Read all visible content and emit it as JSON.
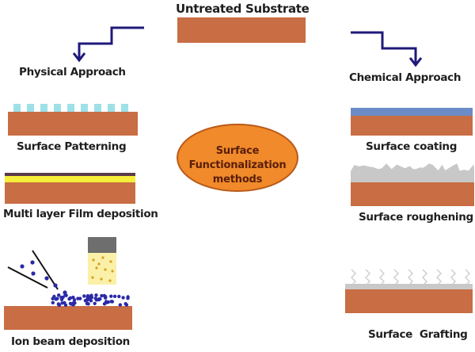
{
  "title": "Untreated Substrate",
  "center": {
    "lines": [
      "Surface",
      "Functionalization",
      "methods"
    ]
  },
  "approaches": {
    "physical": {
      "label": "Physical Approach",
      "methods": [
        {
          "label": "Surface Patterning"
        },
        {
          "label": "Multi layer Film deposition"
        },
        {
          "label": "Ion beam deposition"
        }
      ]
    },
    "chemical": {
      "label": "Chemical Approach",
      "methods": [
        {
          "label": "Surface coating"
        },
        {
          "label": "Surface roughening"
        },
        {
          "label": "Surface  Grafting"
        }
      ]
    }
  },
  "colors": {
    "substrate": "#c86d44",
    "arrow": "#1f1a7a",
    "oval_fill": "#f08a2a",
    "oval_stroke": "#b95a1a",
    "pattern": "#9ee0e8",
    "film_top": "#5b3a4a",
    "film_yellow": "#f5ee3a",
    "coating": "#6b8cc6",
    "rough": "#c8c8c8",
    "ion": "#2a2aa8",
    "source_cap": "#6e6e6e",
    "source_body": "#faf0a8"
  }
}
